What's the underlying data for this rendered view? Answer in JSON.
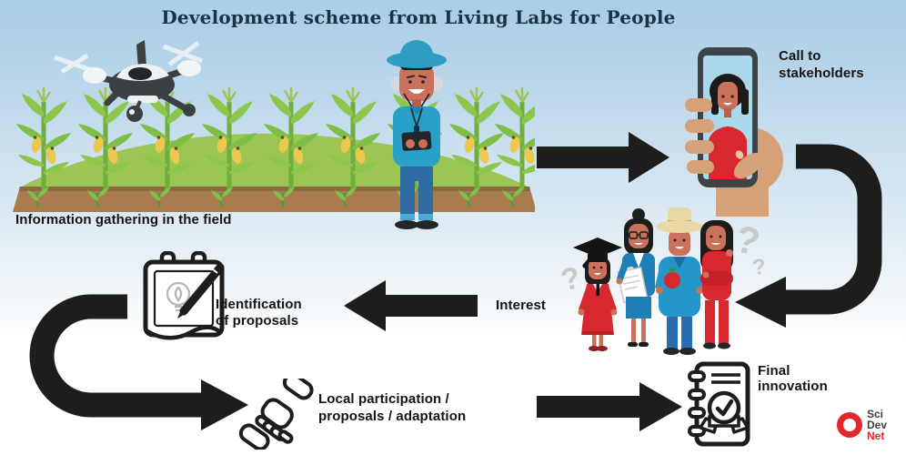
{
  "title": "Development scheme from Living Labs for People",
  "steps": {
    "field": {
      "label": "Information gathering in the field"
    },
    "call": {
      "line1": "Call to",
      "line2": "stakeholders"
    },
    "interest": {
      "label": "Interest"
    },
    "identification": {
      "line1": "Identification",
      "line2": "of proposals"
    },
    "participation": {
      "line1": "Local participation /",
      "line2": "proposals / adaptation"
    },
    "final": {
      "line1": "Final",
      "line2": "innovation"
    }
  },
  "decorations": {
    "question_mark": "?"
  },
  "logo": {
    "line1": "Sci",
    "line2": "Dev",
    "line3": "Net"
  },
  "icons": {
    "drone": "quadcopter-drone",
    "farmer": "farmer-with-tablet",
    "phone": "hand-holding-smartphone-video-call",
    "group": "stakeholder-group",
    "notepad": "notepad-with-pen-and-bulb",
    "handshake": "handshake",
    "document": "certified-document",
    "arrows": "black-flow-arrow"
  },
  "colors": {
    "sky_top": "#a9cde5",
    "arrow_black": "#1d1d1b",
    "title_navy": "#1c3049",
    "hill_green": "#9cc653",
    "soil_brown": "#a87c4f",
    "corn_green": "#8cc64b",
    "accent_blue": "#2496c7",
    "accent_red": "#d7282f",
    "skin": "#c9715b",
    "question_gray": "#c9c9c9",
    "logo_red": "#e4262c",
    "logo_dark": "#3d3d3d"
  }
}
